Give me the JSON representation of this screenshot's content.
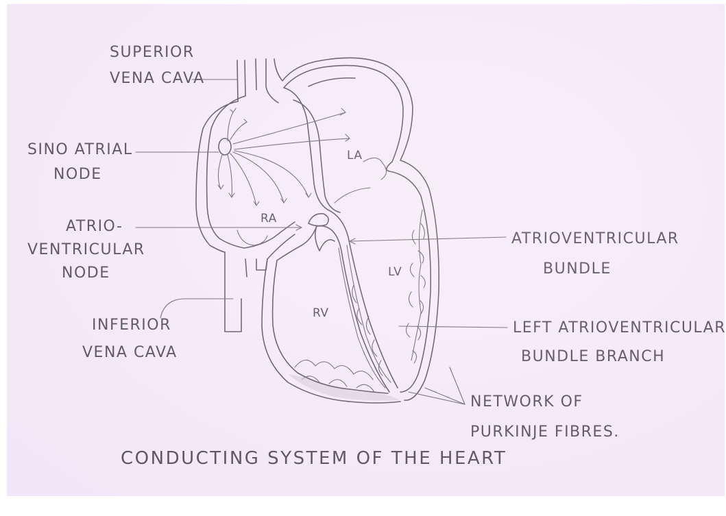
{
  "labels": {
    "superior_vena_cava_1": "SUPERIOR",
    "superior_vena_cava_2": "VENA CAVA",
    "sino_atrial_1": "SINO ATRIAL",
    "sino_atrial_2": "NODE",
    "av_node_1": "ATRIO-",
    "av_node_2": "VENTRICULAR",
    "av_node_3": "NODE",
    "inferior_vena_cava_1": "INFERIOR",
    "inferior_vena_cava_2": "VENA CAVA",
    "av_bundle_1": "ATRIOVENTRICULAR",
    "av_bundle_2": "BUNDLE",
    "left_branch_1": "LEFT ATRIOVENTRICULAR",
    "left_branch_2": "BUNDLE BRANCH",
    "purkinje_1": "NETWORK OF",
    "purkinje_2": "PURKINJE FIBRES.",
    "chamber_la": "LA",
    "chamber_ra": "RA",
    "chamber_lv": "LV",
    "chamber_rv": "RV"
  },
  "title": "CONDUCTING SYSTEM OF THE HEART"
}
